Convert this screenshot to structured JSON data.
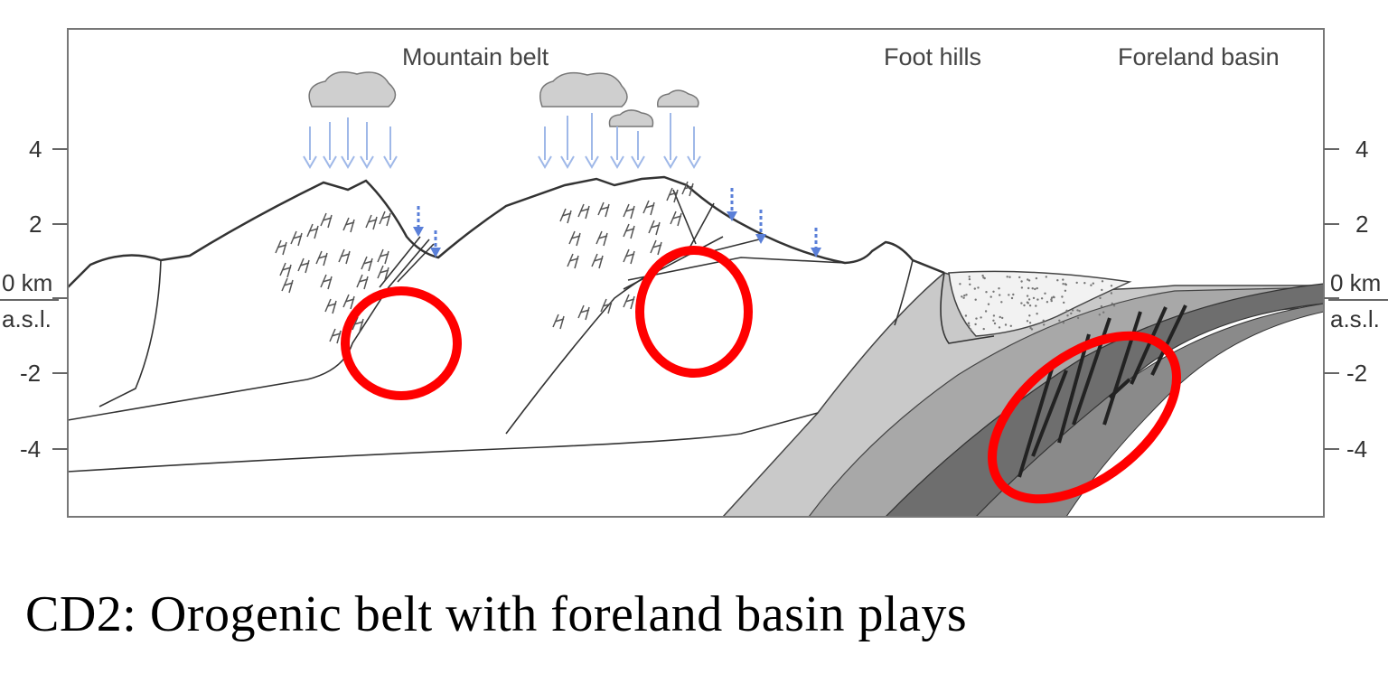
{
  "figure": {
    "region_labels": [
      "Mountain belt",
      "Foot hills",
      "Foreland basin"
    ],
    "axis": {
      "ticks": [
        "4",
        "2",
        "0 km",
        "-2",
        "-4"
      ],
      "unit_sublabel": "a.s.l."
    },
    "caption": "CD2: Orogenic belt with foreland basin plays",
    "colors": {
      "highlight": "#ff0000",
      "rain_arrow": "#9fb8e8",
      "fluid_arrow": "#5a7fd8",
      "outline": "#333333",
      "strata_light": "#c8c8c8",
      "strata_mid": "#a5a5a5",
      "strata_dark": "#6f6f6f"
    },
    "highlight_count": 3
  }
}
